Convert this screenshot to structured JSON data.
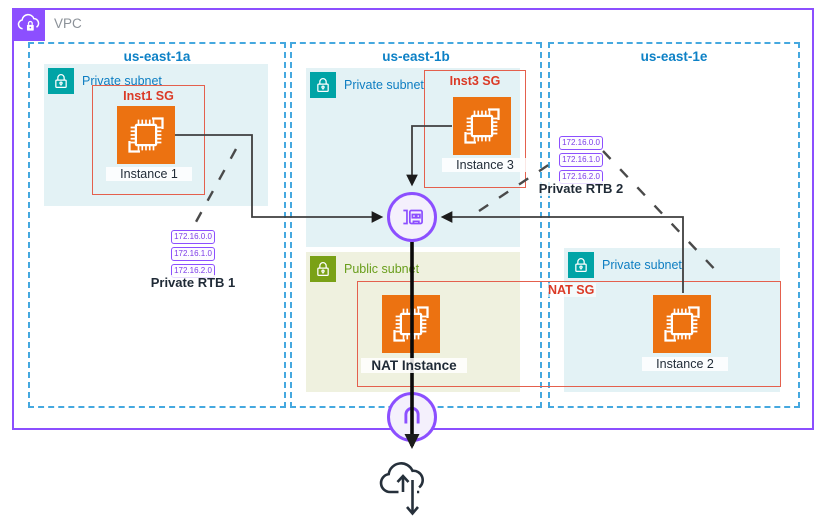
{
  "vpc": {
    "label": "VPC"
  },
  "zones": [
    {
      "name": "us-east-1a"
    },
    {
      "name": "us-east-1b"
    },
    {
      "name": "us-east-1e"
    }
  ],
  "subnets": {
    "private_label": "Private subnet",
    "public_label": "Public subnet"
  },
  "security_groups": {
    "inst1_label": "Inst1 SG",
    "inst3_label": "Inst3 SG",
    "nat_label": "NAT SG"
  },
  "instances": {
    "instance1": "Instance 1",
    "instance3": "Instance 3",
    "instance2": "Instance 2",
    "nat": "NAT Instance"
  },
  "route_tables": {
    "rtb1": {
      "label": "Private RTB 1",
      "routes": [
        "172.16.0.0",
        "172.16.1.0",
        "172.16.2.0"
      ]
    },
    "rtb2": {
      "label": "Private RTB 2",
      "routes": [
        "172.16.0.0",
        "172.16.1.0",
        "172.16.2.0"
      ]
    }
  },
  "icons": {
    "vpc": "vpc-cloud-lock-icon",
    "private_subnet": "lock-icon",
    "public_subnet": "lock-icon",
    "instance": "ec2-instance-icon",
    "router": "network-interface-icon",
    "internet_gateway": "internet-gateway-icon",
    "internet": "internet-cloud-icon"
  },
  "colors": {
    "vpc_purple": "#8C4FFF",
    "instance_orange": "#EC7211",
    "private_teal": "#00A4A6",
    "public_green": "#7AA116",
    "sg_red_border": "#E4604D",
    "sg_red_text": "#DB3A26",
    "az_blue_text": "#0D81C6",
    "az_blue_border": "#45A8DF",
    "dark_text": "#1F2A36"
  }
}
